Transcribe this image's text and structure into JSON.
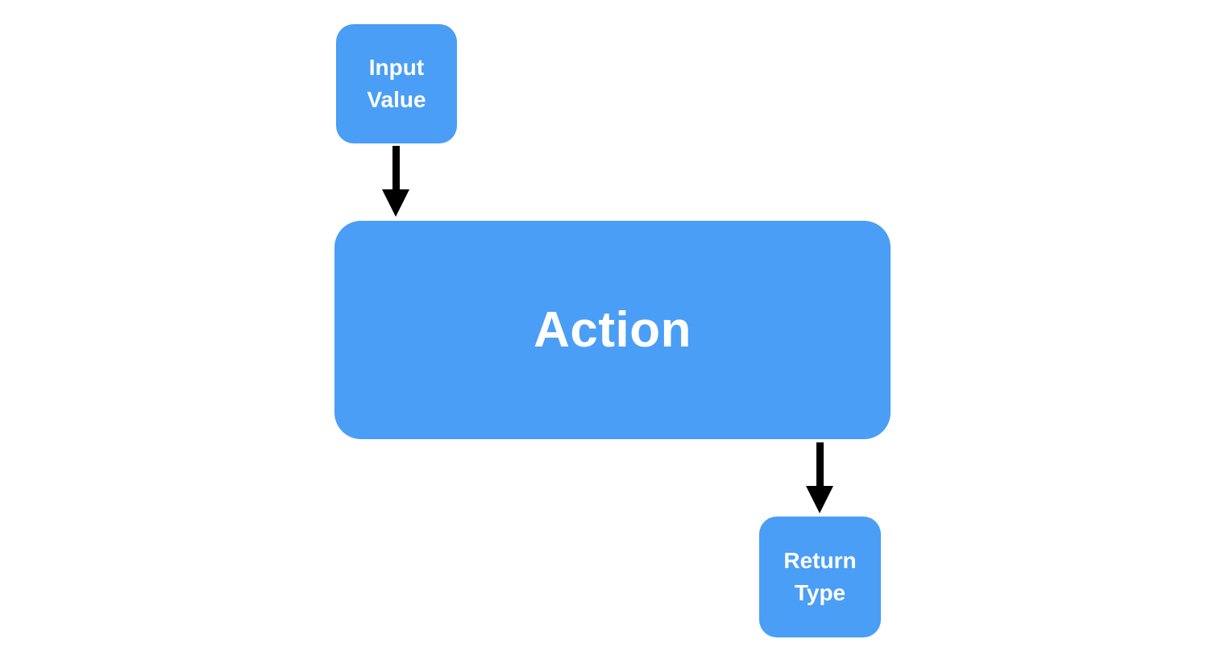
{
  "diagram": {
    "title": "Action flow diagram",
    "node_fill_color": "#4A9EF5",
    "node_text_color": "#FFFFFF",
    "arrow_color": "#000000",
    "background_color": "#FFFFFF",
    "nodes": [
      {
        "id": "input-value",
        "label": "Input Value",
        "size": "small"
      },
      {
        "id": "action",
        "label": "Action",
        "size": "large"
      },
      {
        "id": "return-type",
        "label": "Return Type",
        "size": "small"
      }
    ],
    "edges": [
      {
        "from": "input-value",
        "to": "action",
        "direction": "down"
      },
      {
        "from": "action",
        "to": "return-type",
        "direction": "down"
      }
    ]
  }
}
